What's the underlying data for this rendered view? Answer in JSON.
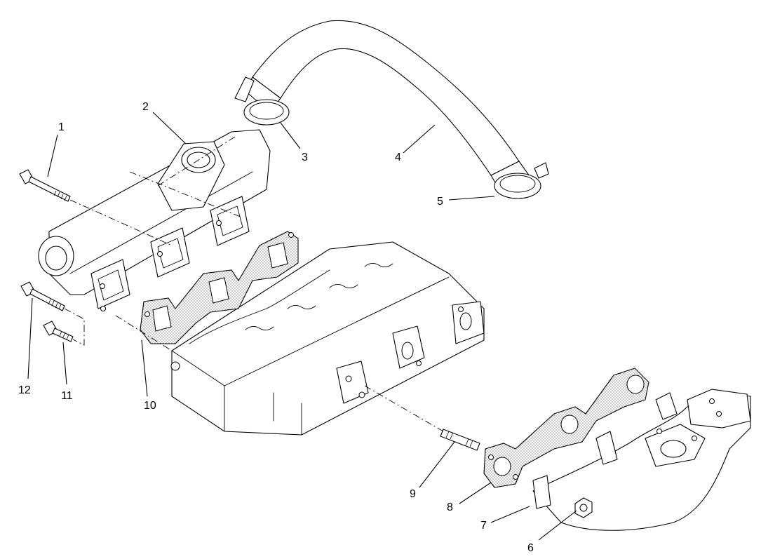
{
  "callouts": [
    {
      "id": "1",
      "label": "1"
    },
    {
      "id": "2",
      "label": "2"
    },
    {
      "id": "3",
      "label": "3"
    },
    {
      "id": "4",
      "label": "4"
    },
    {
      "id": "5",
      "label": "5"
    },
    {
      "id": "6",
      "label": "6"
    },
    {
      "id": "7",
      "label": "7"
    },
    {
      "id": "8",
      "label": "8"
    },
    {
      "id": "9",
      "label": "9"
    },
    {
      "id": "10",
      "label": "10"
    },
    {
      "id": "11",
      "label": "11"
    },
    {
      "id": "12",
      "label": "12"
    }
  ],
  "colors": {
    "line": "#000000",
    "background": "#ffffff"
  }
}
